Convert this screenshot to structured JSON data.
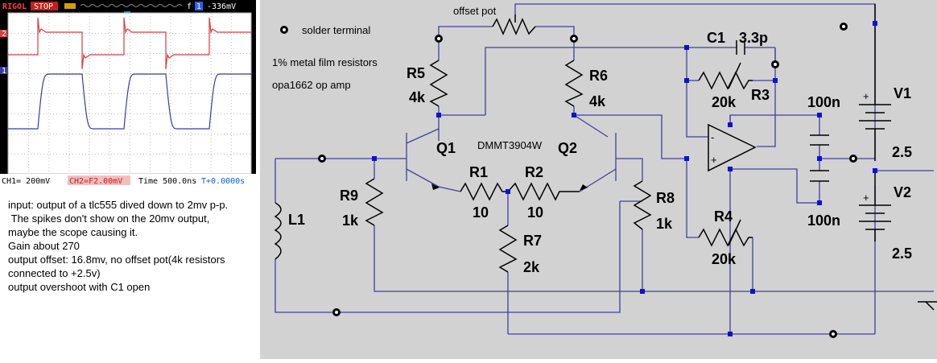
{
  "scope": {
    "brand": "RIGOL",
    "run_state": "STOP",
    "trigger_icon": "f",
    "trigger_channel": "1",
    "trigger_level": "-336mV",
    "ch1_marker": "1",
    "ch2_marker": "2",
    "ch1_scale": "CH1= 200mV",
    "ch2_scale": "CH2=F2.00mV",
    "time": "Time 500.0ns",
    "offset": "T+0.0000s",
    "colors": {
      "ch1": "#3a3aa8",
      "ch2": "#d04040",
      "grid": "#d8d8d8",
      "header": "#000000"
    }
  },
  "notes": [
    "input: output of a tlc555 dived down to 2mv p-p.",
    " The spikes don't show on the 20mv output,",
    "maybe the scope causing it.",
    "Gain about 270",
    "output offset: 16.8mv, no offset pot(4k resistors",
    "connected to +2.5v)",
    "output overshoot with C1 open"
  ],
  "schematic": {
    "legend_solder": "solder terminal",
    "note_resistors": "1% metal film resistors",
    "note_opamp": "opa1662 op amp",
    "offset_pot": "offset pot",
    "transistor_part": "DMMT3904W",
    "labels": {
      "R5": "R5",
      "R5_val": "4k",
      "R6": "R6",
      "R6_val": "4k",
      "Q1": "Q1",
      "Q2": "Q2",
      "R1": "R1",
      "R1_val": "10",
      "R2": "R2",
      "R2_val": "10",
      "R7": "R7",
      "R7_val": "2k",
      "R8": "R8",
      "R8_val": "1k",
      "R9": "R9",
      "R9_val": "1k",
      "L1": "L1",
      "C1": "C1",
      "C1_val": "3.3p",
      "R3": "R3",
      "R3_val": "20k",
      "R4": "R4",
      "R4_val": "20k",
      "cap_top": "100n",
      "cap_bottom": "100n",
      "V1": "V1",
      "V1_val": "2.5",
      "V2": "V2",
      "V2_val": "2.5",
      "opamp_minus": "-",
      "opamp_plus": "+",
      "v1_plus": "+",
      "v2_plus": "+"
    },
    "colors": {
      "wire": "#4040a0",
      "component": "#000000",
      "junction": "#1010d0",
      "background": "#d2d2d2"
    }
  }
}
